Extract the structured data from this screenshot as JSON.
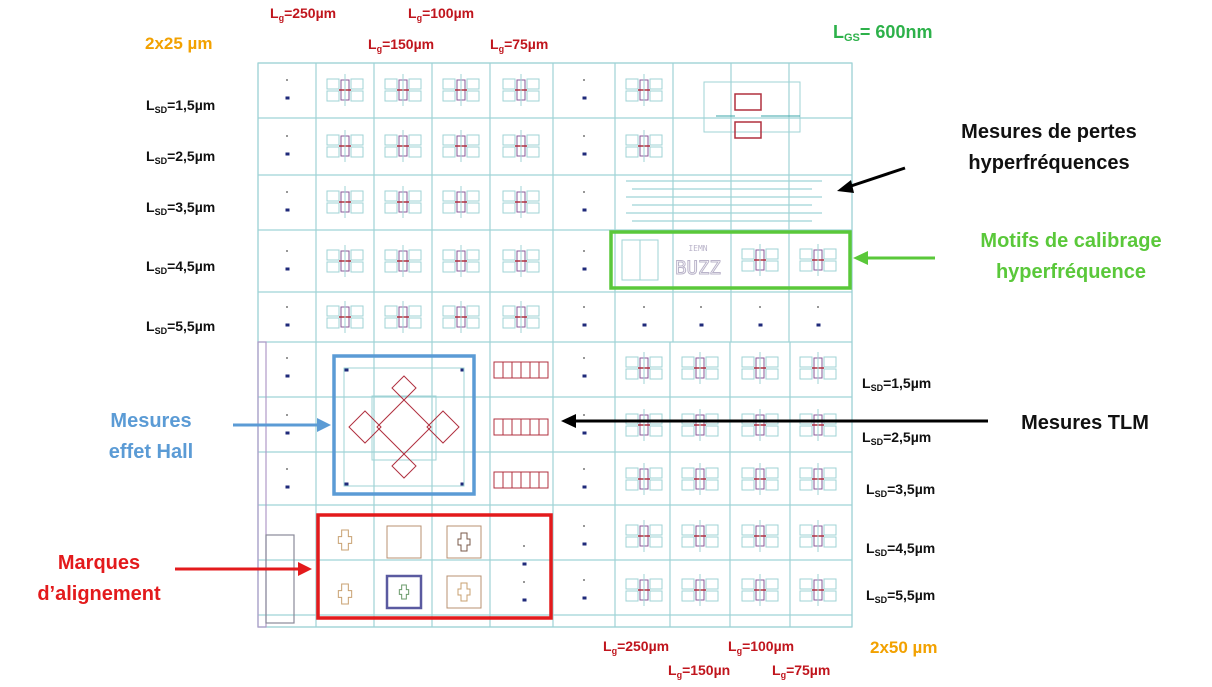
{
  "dimensions": {
    "top_left": "2x25 µm",
    "bottom_right": "2x50 µm"
  },
  "lgs": {
    "prefix": "L",
    "sub": "GS",
    "value": "= 600nm"
  },
  "top_gate_lengths": [
    {
      "prefix": "L",
      "sub": "g",
      "value": "=250µm"
    },
    {
      "prefix": "L",
      "sub": "g",
      "value": "=100µm"
    },
    {
      "prefix": "L",
      "sub": "g",
      "value": "=150µm"
    },
    {
      "prefix": "L",
      "sub": "g",
      "value": "=75µm"
    }
  ],
  "bottom_gate_lengths": [
    {
      "prefix": "L",
      "sub": "g",
      "value": "=250µm"
    },
    {
      "prefix": "L",
      "sub": "g",
      "value": "=100µm"
    },
    {
      "prefix": "L",
      "sub": "g",
      "value": "=150µn"
    },
    {
      "prefix": "L",
      "sub": "g",
      "value": "=75µm"
    }
  ],
  "left_lsd": [
    {
      "prefix": "L",
      "sub": "SD",
      "value": "=1,5µm"
    },
    {
      "prefix": "L",
      "sub": "SD",
      "value": "=2,5µm"
    },
    {
      "prefix": "L",
      "sub": "SD",
      "value": "=3,5µm"
    },
    {
      "prefix": "L",
      "sub": "SD",
      "value": "=4,5µm"
    },
    {
      "prefix": "L",
      "sub": "SD",
      "value": "=5,5µm"
    }
  ],
  "right_lsd": [
    {
      "prefix": "L",
      "sub": "SD",
      "value": "=1,5µm"
    },
    {
      "prefix": "L",
      "sub": "SD",
      "value": "=2,5µm"
    },
    {
      "prefix": "L",
      "sub": "SD",
      "value": "=3,5µm"
    },
    {
      "prefix": "L",
      "sub": "SD",
      "value": "=4,5µm"
    },
    {
      "prefix": "L",
      "sub": "SD",
      "value": "=5,5µm"
    }
  ],
  "annotations": {
    "hyper_losses": {
      "line1": "Mesures de pertes",
      "line2": "hyperfréquences",
      "color": "#111111"
    },
    "calibration": {
      "line1": "Motifs de calibrage",
      "line2": "hyperfréquence",
      "color": "#5ac83a"
    },
    "hall": {
      "line1": "Mesures",
      "line2": "effet Hall",
      "color": "#5b9bd5"
    },
    "tlm": {
      "line1": "Mesures TLM",
      "color": "#111111"
    },
    "alignment": {
      "line1": "Marques",
      "line2": "d’alignement",
      "color": "#e31a1c"
    }
  },
  "mask_text": {
    "logo_top": "IEMN",
    "logo_main": "BUZZ"
  },
  "colors": {
    "grid": "#9fd3d6",
    "device_red": "#b0303f",
    "device_purple": "#8a5a9a",
    "lg_red": "#c0151d",
    "dim_orange": "#f2a100",
    "lgs_green": "#2db14a",
    "dot": "#1f2a7a"
  }
}
